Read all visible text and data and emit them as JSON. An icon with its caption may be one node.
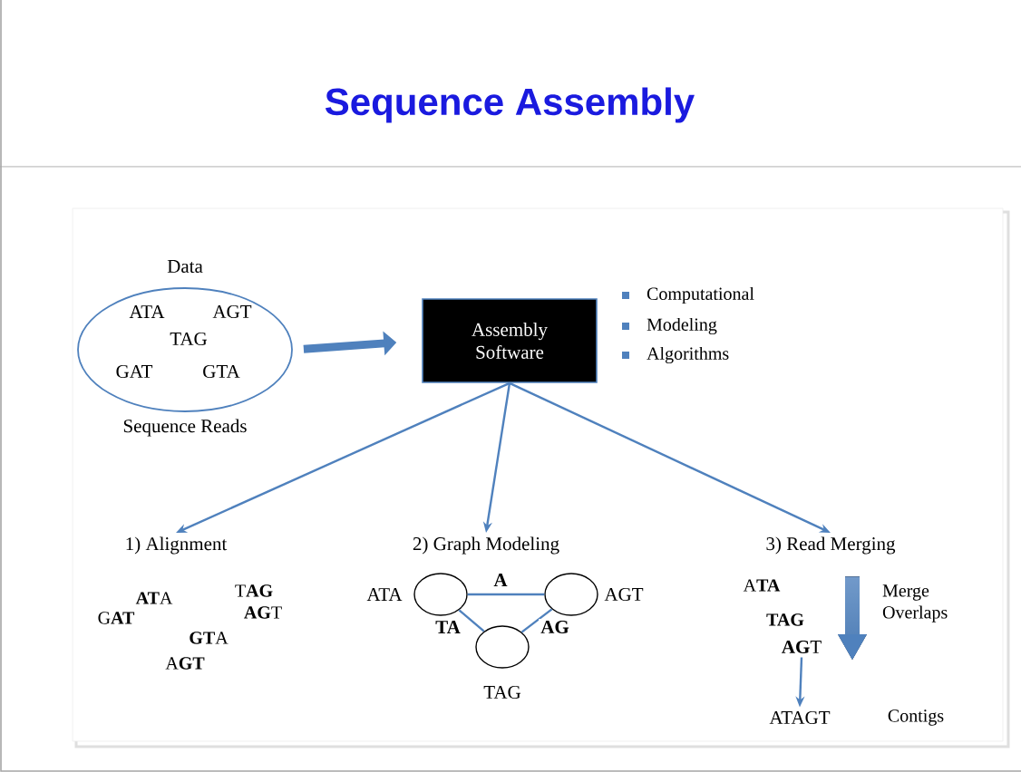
{
  "diagram": {
    "title": "Sequence Assembly",
    "nodes": [
      {
        "text": [
          "ATA",
          "AGT",
          "TAG",
          "GAT",
          "GTA"
        ],
        "beside": [
          "Data",
          "Sequence Reads"
        ]
      },
      {
        "text": [
          "Assembly Software"
        ]
      },
      {
        "text": [
          "1) Alignment"
        ]
      },
      {
        "text": [
          "2) Graph Modeling"
        ]
      },
      {
        "text": [
          "3) Read Merging"
        ]
      },
      {
        "text": [],
        "shape": "circle",
        "beside": [
          "ATA"
        ]
      },
      {
        "text": [],
        "shape": "circle",
        "beside": [
          "AGT"
        ]
      },
      {
        "text": [],
        "shape": "circle",
        "beside": [
          "TAG"
        ]
      },
      {
        "text": [
          "**AG**T"
        ]
      },
      {
        "text": [
          "ATAGT"
        ]
      }
    ],
    "edges": [
      {
        "from": 0,
        "to": 1,
        "arrow": "to",
        "style": "thick"
      },
      {
        "from": 1,
        "to": 2,
        "arrow": "to"
      },
      {
        "from": 1,
        "to": 3,
        "arrow": "to"
      },
      {
        "from": 1,
        "to": 4,
        "arrow": "to"
      },
      {
        "from": 5,
        "to": 6,
        "arrow": "none",
        "label": "**A**"
      },
      {
        "from": 5,
        "to": 7,
        "arrow": "none",
        "label": "**TA**"
      },
      {
        "from": 6,
        "to": 7,
        "arrow": "none",
        "label": "**AG**"
      },
      {
        "from": 8,
        "to": 9,
        "arrow": "to"
      }
    ],
    "labels": [
      "Computational",
      "Modeling",
      "Algorithms",
      "**AT**A",
      "G**AT**",
      "T**AG**",
      "**AG**T",
      "**GT**A",
      "A**GT**",
      "A**TA**",
      "TAG",
      "Merge Overlaps",
      "Contigs"
    ]
  }
}
